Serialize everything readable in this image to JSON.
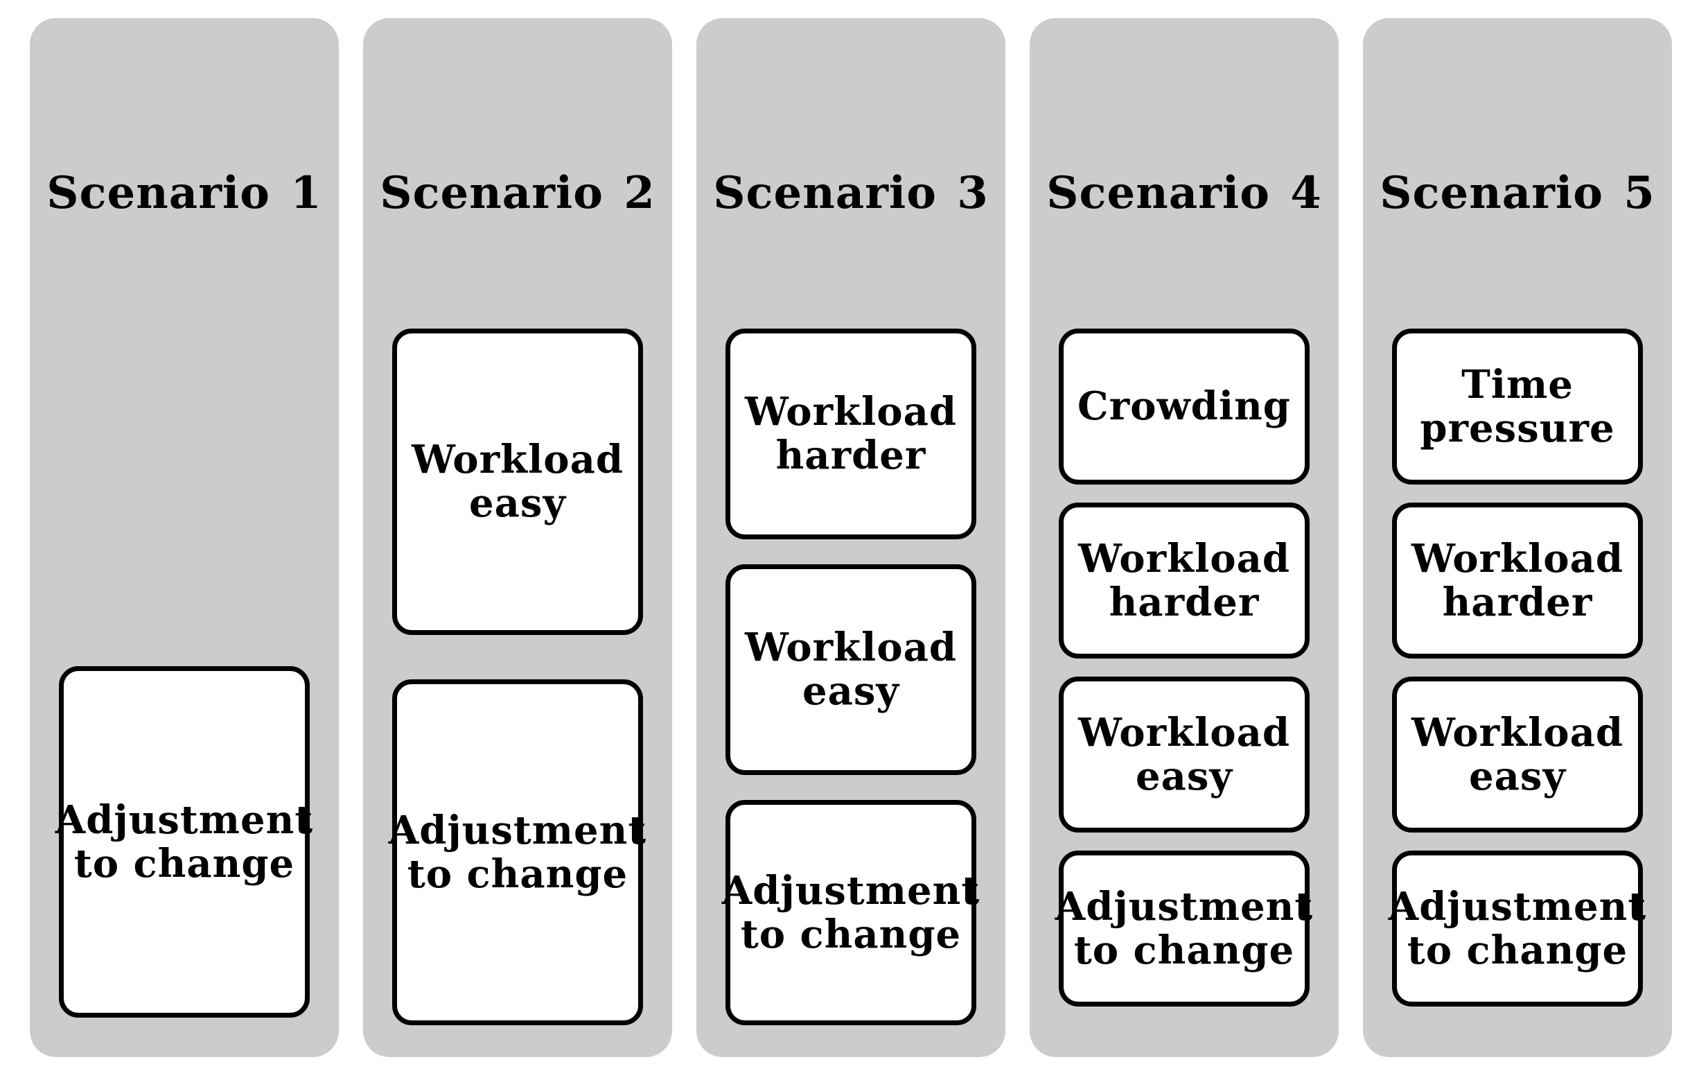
{
  "scenarios": [
    {
      "title": "Scenario 1",
      "boxes": [
        "Adjustment\nto change"
      ]
    },
    {
      "title": "Scenario 2",
      "boxes": [
        "Workload\neasy",
        "Adjustment\nto change"
      ]
    },
    {
      "title": "Scenario 3",
      "boxes": [
        "Workload\nharder",
        "Workload\neasy",
        "Adjustment\nto change"
      ]
    },
    {
      "title": "Scenario 4",
      "boxes": [
        "Crowding",
        "Workload\nharder",
        "Workload\neasy",
        "Adjustment\nto change"
      ]
    },
    {
      "title": "Scenario 5",
      "boxes": [
        "Time\npressure",
        "Workload\nharder",
        "Workload\neasy",
        "Adjustment\nto change"
      ]
    }
  ],
  "colors": {
    "column_background": "#cccccc",
    "box_background": "#ffffff",
    "box_border": "#000000",
    "text": "#000000"
  }
}
